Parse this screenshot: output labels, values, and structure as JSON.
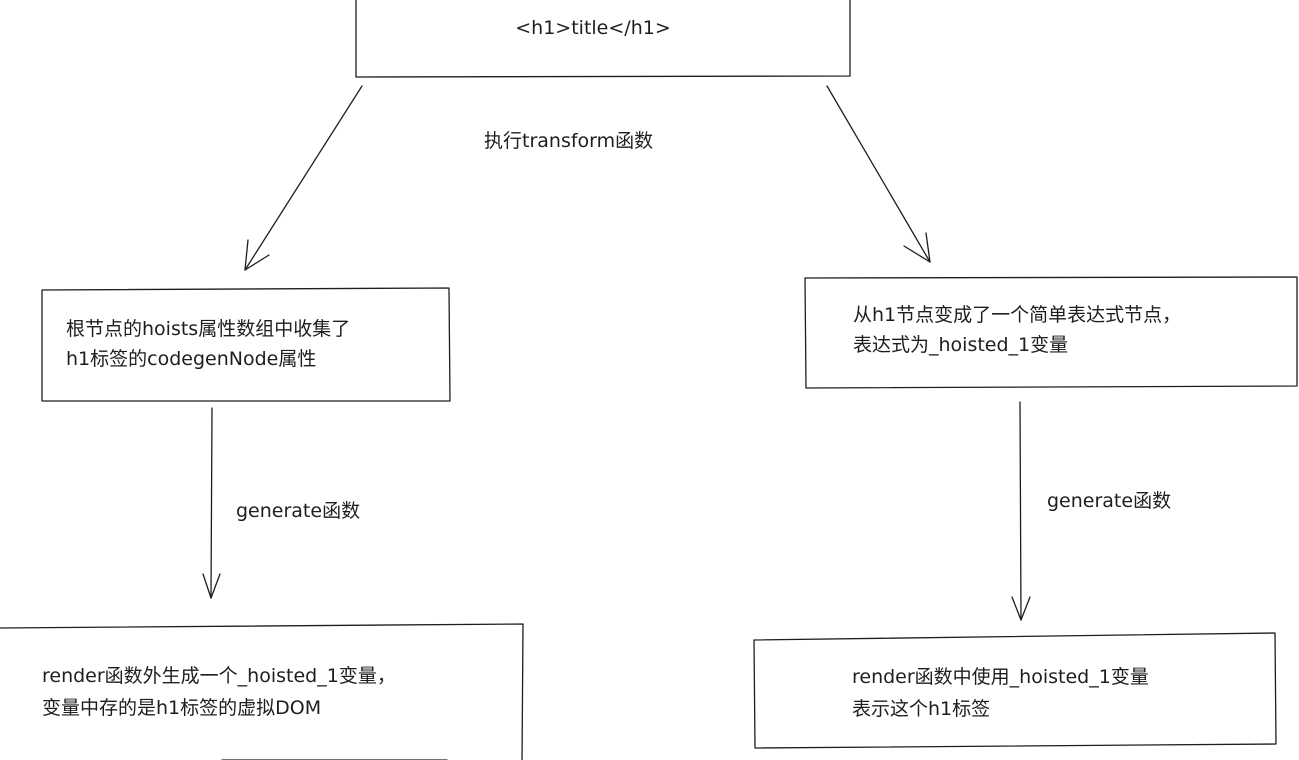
{
  "nodes": {
    "top": {
      "text": "<h1>title</h1>"
    },
    "left_mid": {
      "line1": "根节点的hoists属性数组中收集了",
      "line2": "h1标签的codegenNode属性"
    },
    "right_mid": {
      "line1": "从h1节点变成了一个简单表达式节点，",
      "line2": "表达式为_hoisted_1变量"
    },
    "left_bottom": {
      "line1": "render函数外生成一个_hoisted_1变量，",
      "line2": "变量中存的是h1标签的虚拟DOM"
    },
    "right_bottom": {
      "line1": "render函数中使用_hoisted_1变量",
      "line2": "表示这个h1标签"
    }
  },
  "edges": {
    "transform_label": "执行transform函数",
    "generate_left_label": "generate函数",
    "generate_right_label": "generate函数"
  }
}
